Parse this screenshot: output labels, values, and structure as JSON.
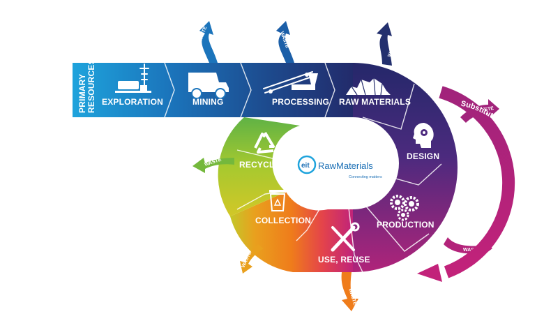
{
  "primary_resources_line1": "PRIMARY",
  "primary_resources_line2": "RESOURCES",
  "stages": {
    "exploration": "EXPLORATION",
    "mining": "MINING",
    "processing": "PROCESSING",
    "raw_materials": "RAW MATERIALS",
    "design": "DESIGN",
    "production": "PRODUCTION",
    "use_reuse": "USE, REUSE",
    "collection": "COLLECTION",
    "recycling": "RECYCLING"
  },
  "waste_label": "WASTE",
  "substitution_label": "Substitution of Raw Materials",
  "logo": {
    "prefix": "eit",
    "name": "RawMaterials",
    "tagline": "Connecting matters"
  },
  "colors": {
    "light_blue": "#1e9bd7",
    "blue": "#1b6fb5",
    "navy": "#1d3f7f",
    "dark_navy": "#232a6b",
    "purple": "#5a2a7f",
    "magenta": "#b0247a",
    "orange": "#ef7c1b",
    "yellow_green": "#b9cc2b",
    "green": "#6bb43f"
  }
}
